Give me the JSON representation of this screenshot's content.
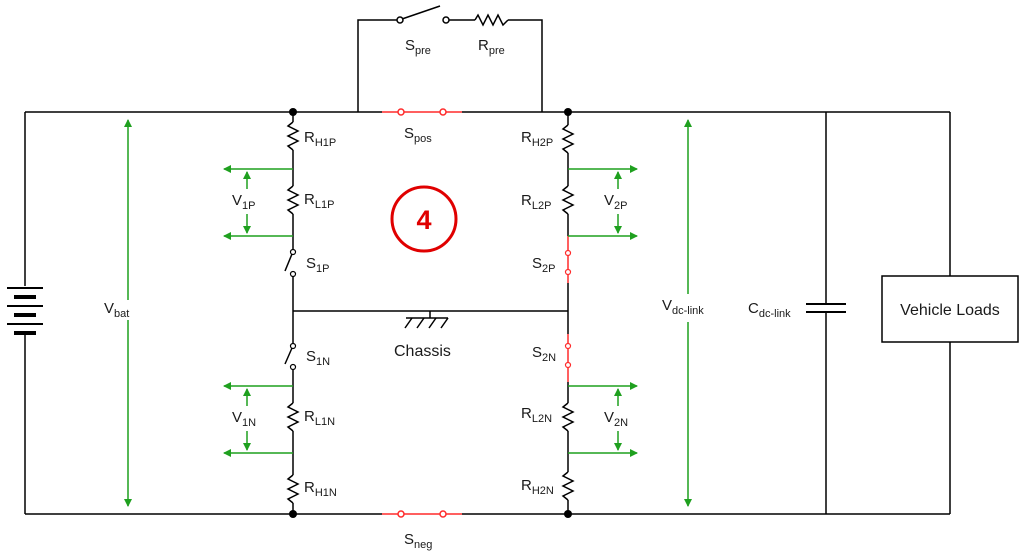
{
  "labels": {
    "s_pre": {
      "main": "S",
      "sub": "pre"
    },
    "r_pre": {
      "main": "R",
      "sub": "pre"
    },
    "s_pos": {
      "main": "S",
      "sub": "pos"
    },
    "s_neg": {
      "main": "S",
      "sub": "neg"
    },
    "v_bat": {
      "main": "V",
      "sub": "bat"
    },
    "v_dc_link": {
      "main": "V",
      "sub": "dc-link"
    },
    "c_dc_link": {
      "main": "C",
      "sub": "dc-link"
    },
    "r_h1p": {
      "main": "R",
      "sub": "H1P"
    },
    "r_l1p": {
      "main": "R",
      "sub": "L1P"
    },
    "v_1p": {
      "main": "V",
      "sub": "1P"
    },
    "s_1p": {
      "main": "S",
      "sub": "1P"
    },
    "r_h2p": {
      "main": "R",
      "sub": "H2P"
    },
    "r_l2p": {
      "main": "R",
      "sub": "L2P"
    },
    "v_2p": {
      "main": "V",
      "sub": "2P"
    },
    "s_2p": {
      "main": "S",
      "sub": "2P"
    },
    "s_1n": {
      "main": "S",
      "sub": "1N"
    },
    "r_l1n": {
      "main": "R",
      "sub": "L1N"
    },
    "v_1n": {
      "main": "V",
      "sub": "1N"
    },
    "r_h1n": {
      "main": "R",
      "sub": "H1N"
    },
    "s_2n": {
      "main": "S",
      "sub": "2N"
    },
    "r_l2n": {
      "main": "R",
      "sub": "L2N"
    },
    "v_2n": {
      "main": "V",
      "sub": "2N"
    },
    "r_h2n": {
      "main": "R",
      "sub": "H2N"
    },
    "chassis": "Chassis",
    "vehicle_loads": "Vehicle Loads",
    "fault_marker": "4"
  },
  "colors": {
    "wire": "#000000",
    "faulted_switch": "#ff2a2a",
    "measurement": "#1fa01f",
    "fault_marker": "#e00000"
  }
}
